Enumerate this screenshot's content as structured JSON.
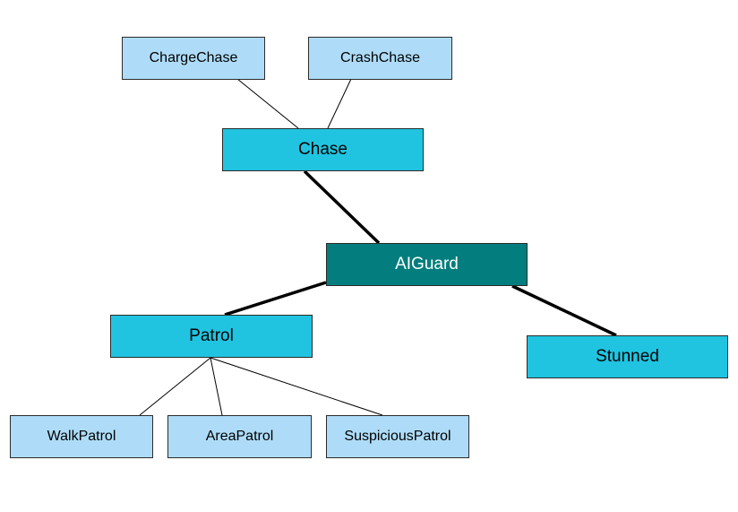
{
  "diagram": {
    "colors": {
      "leaf_fill": "#aedcf8",
      "mid_fill": "#20c4e0",
      "root_fill": "#037d7d",
      "edge": "#000000"
    },
    "nodes": {
      "chargechase": {
        "label": "ChargeChase"
      },
      "crashchase": {
        "label": "CrashChase"
      },
      "chase": {
        "label": "Chase"
      },
      "aiguard": {
        "label": "AIGuard"
      },
      "patrol": {
        "label": "Patrol"
      },
      "stunned": {
        "label": "Stunned"
      },
      "walkpatrol": {
        "label": "WalkPatrol"
      },
      "areapatrol": {
        "label": "AreaPatrol"
      },
      "suspiciouspatrol": {
        "label": "SuspiciousPatrol"
      }
    },
    "edges": [
      {
        "from": "chase",
        "to": "chargechase",
        "weight": "thin"
      },
      {
        "from": "chase",
        "to": "crashchase",
        "weight": "thin"
      },
      {
        "from": "aiguard",
        "to": "chase",
        "weight": "thick"
      },
      {
        "from": "aiguard",
        "to": "patrol",
        "weight": "thick"
      },
      {
        "from": "aiguard",
        "to": "stunned",
        "weight": "thick"
      },
      {
        "from": "patrol",
        "to": "walkpatrol",
        "weight": "thin"
      },
      {
        "from": "patrol",
        "to": "areapatrol",
        "weight": "thin"
      },
      {
        "from": "patrol",
        "to": "suspiciouspatrol",
        "weight": "thin"
      }
    ]
  }
}
